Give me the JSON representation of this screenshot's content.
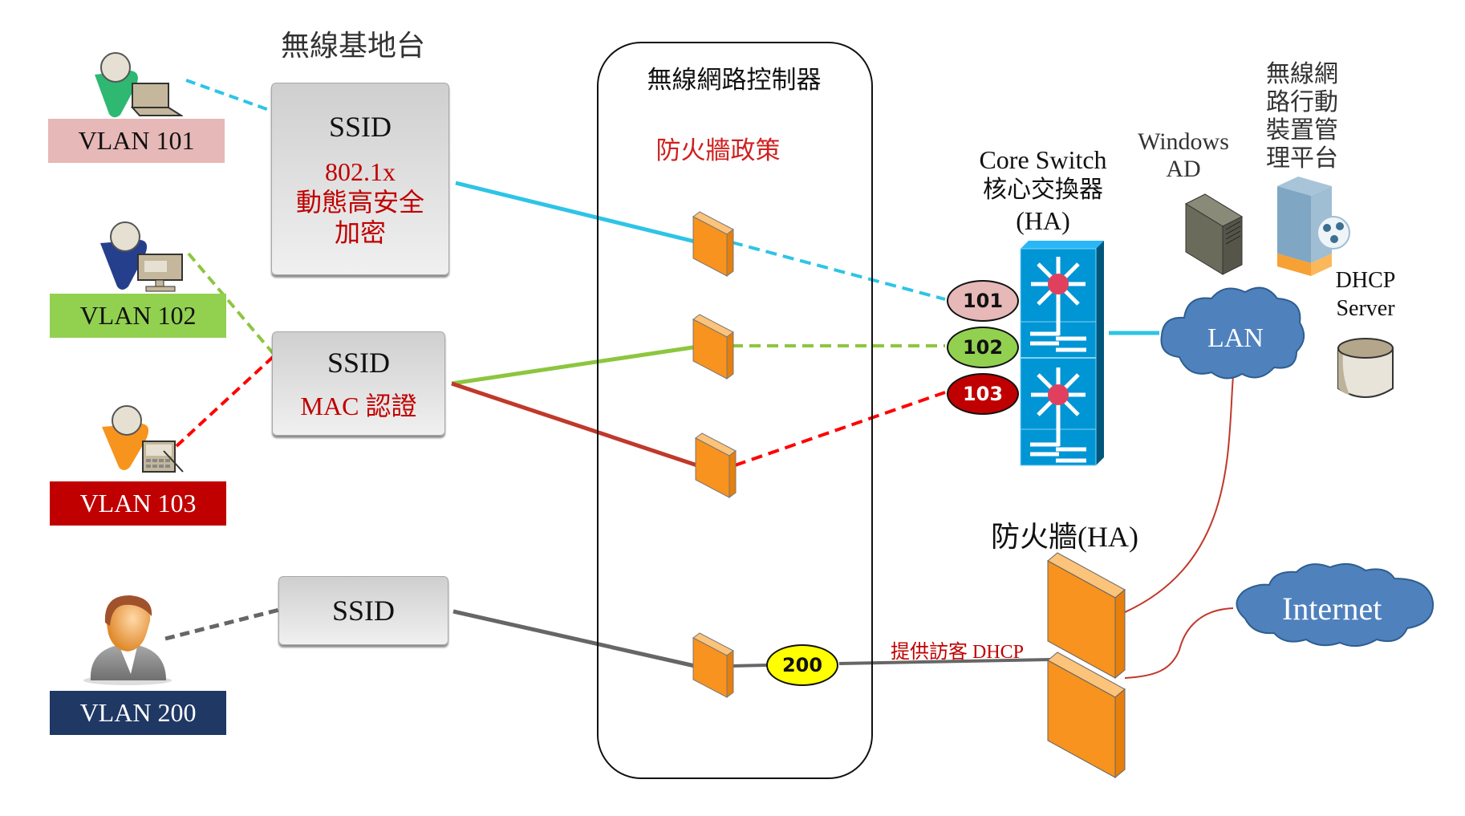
{
  "titles": {
    "access_points": "無線基地台",
    "controller": "無線網路控制器",
    "firewall_policy": "防火牆政策",
    "core_switch_line1": "Core Switch",
    "core_switch_line2": "核心交換器",
    "core_switch_line3": "(HA)",
    "windows_ad_line1": "Windows",
    "windows_ad_line2": "AD",
    "mdm_lines": [
      "無線網",
      "路行動",
      "裝置管",
      "理平台"
    ],
    "dhcp_line1": "DHCP",
    "dhcp_line2": "Server",
    "firewall_ha": "防火牆(HA)",
    "guest_dhcp": "提供訪客 DHCP",
    "lan": "LAN",
    "internet": "Internet"
  },
  "vlans": [
    {
      "label": "VLAN 101",
      "color": "#e6b8b7",
      "text_color": "#111111"
    },
    {
      "label": "VLAN 102",
      "color": "#92d050",
      "text_color": "#111111"
    },
    {
      "label": "VLAN 103",
      "color": "#c00000",
      "text_color": "#ffffff"
    },
    {
      "label": "VLAN 200",
      "color": "#1f3864",
      "text_color": "#ffffff"
    }
  ],
  "ssids": [
    {
      "title": "SSID",
      "sub_lines": [
        "802.1x",
        "動態高安全",
        "加密"
      ]
    },
    {
      "title": "SSID",
      "sub_lines": [
        "MAC 認證"
      ]
    },
    {
      "title": "SSID",
      "sub_lines": []
    }
  ],
  "badges": [
    {
      "label": "101",
      "fill": "#e6b8b7",
      "text_color": "#111111"
    },
    {
      "label": "102",
      "fill": "#92d050",
      "text_color": "#111111"
    },
    {
      "label": "103",
      "fill": "#c00000",
      "text_color": "#ffffff"
    },
    {
      "label": "200",
      "fill": "#ffff00",
      "text_color": "#111111"
    }
  ],
  "colors": {
    "vlan101_link": "#2ec4e6",
    "vlan102_link": "#8cc63f",
    "vlan103_link": "#ff0000",
    "vlan103_solid": "#c0392b",
    "guest_link": "#666666",
    "uplink": "#c0392b",
    "cloud": "#4f81bd",
    "switch": "#0095d5",
    "firewall": "#f7931e"
  }
}
